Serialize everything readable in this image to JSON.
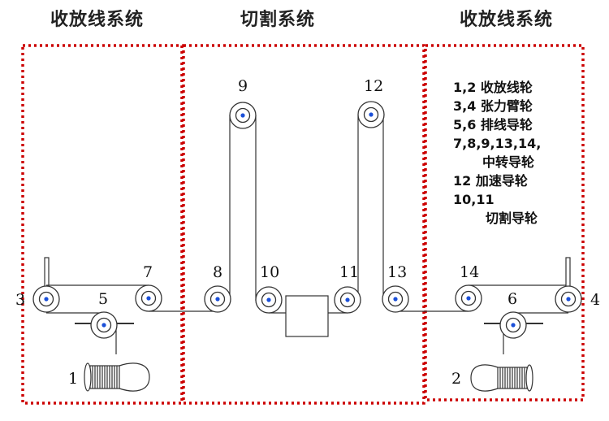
{
  "titles": {
    "left": "收放线系统",
    "middle": "切割系统",
    "right": "收放线系统"
  },
  "wheels": {
    "w1": "1",
    "w2": "2",
    "w3": "3",
    "w4": "4",
    "w5": "5",
    "w6": "6",
    "w7": "7",
    "w8": "8",
    "w9": "9",
    "w10": "10",
    "w11": "11",
    "w12": "12",
    "w13": "13",
    "w14": "14"
  },
  "legend": {
    "line1": "1,2  收放线轮",
    "line2": "3,4  张力臂轮",
    "line3": "5,6  排线导轮",
    "line4": "7,8,9,13,14,",
    "line5": "中转导轮",
    "line6": "12 加速导轮",
    "line7": "10,11",
    "line8": "切割导轮"
  },
  "colors": {
    "border": "#cc0000",
    "line": "#333333",
    "hub": "#1a4fd8"
  }
}
